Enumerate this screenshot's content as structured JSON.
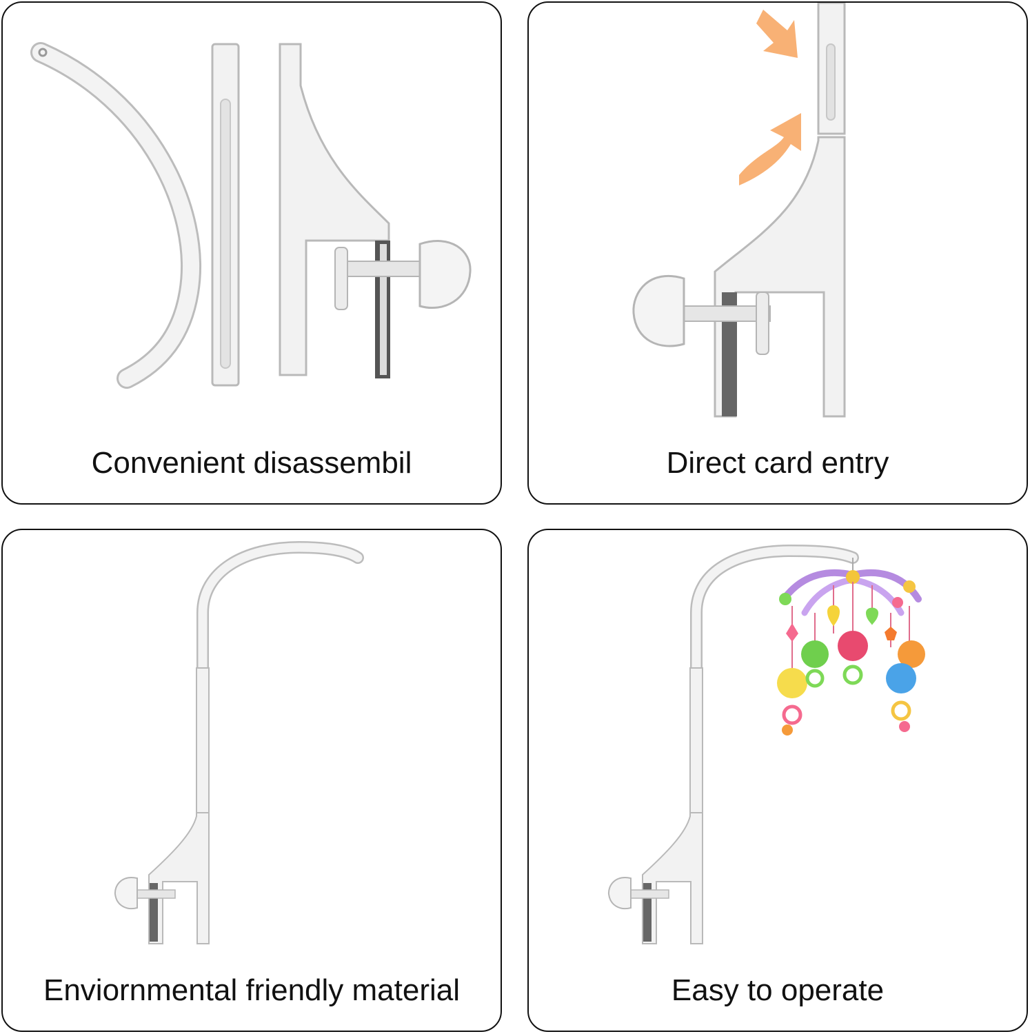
{
  "panels": [
    {
      "caption": "Convenient disassembil"
    },
    {
      "caption": "Direct card entry"
    },
    {
      "caption": "Enviornmental friendly material"
    },
    {
      "caption": "Easy to operate"
    }
  ],
  "colors": {
    "border": "#111111",
    "plastic": "#f2f2f2",
    "plastic_edge": "#b9b9b9",
    "arrow": "#f7a866"
  }
}
